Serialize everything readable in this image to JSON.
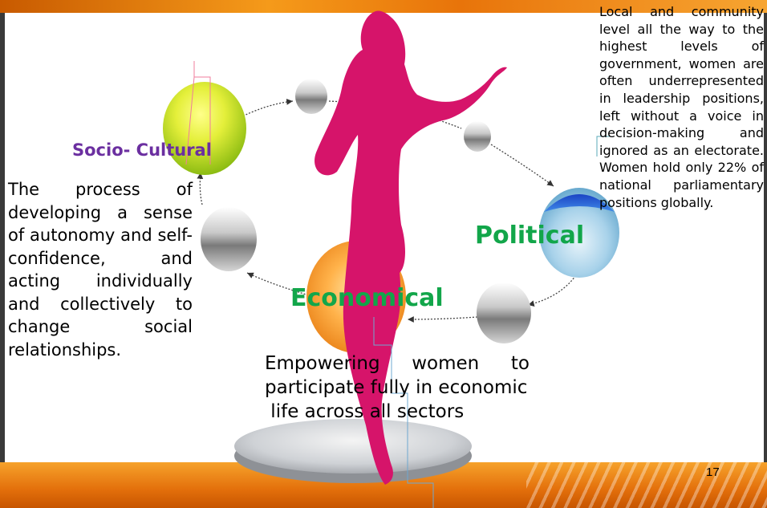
{
  "slide": {
    "page_number": "17",
    "colors": {
      "accent_orange": "#f39a1c",
      "woman_magenta": "#d6146a",
      "political_green": "#12a64a",
      "socio_purple": "#6b2fa0"
    }
  },
  "labels": {
    "socio_cultural": "Socio- Cultural",
    "political": "Political",
    "economical": "Economical"
  },
  "texts": {
    "socio_cultural": "The process of developing a sense of autonomy and self-confidence, and acting individually and collectively to change social relationships.",
    "political": "Local and community level all the way to the highest levels of government, women are often underrepresented in leadership positions, left without a voice in decision-making and ignored as an electorate. Women hold only 22% of national parliamentary positions globally.",
    "economical_line1": "Empowering women to participate fully in economic",
    "economical_line2": " life across all sectors"
  },
  "icons": [
    "woman-silhouette-icon",
    "pedestal-icon"
  ]
}
